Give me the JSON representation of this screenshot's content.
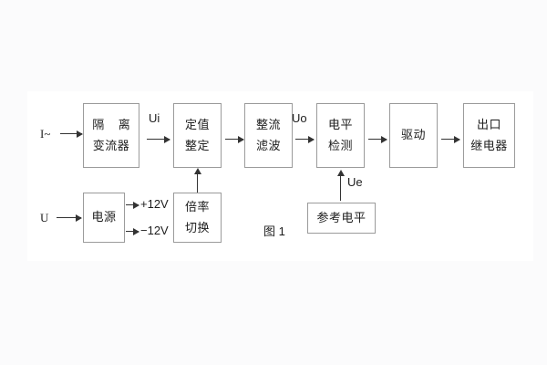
{
  "figure": {
    "caption": "图 1",
    "background_color": "#fbfbfc",
    "plate_color": "#ffffff",
    "line_color": "#333333",
    "border_color": "#9b9b9b",
    "text_color": "#1d1d1d"
  },
  "blocks": [
    {
      "id": "isolation-transformer",
      "line1": "隔 离",
      "line2": "变流器"
    },
    {
      "id": "setting-adjust",
      "line1": "定值",
      "line2": "整定"
    },
    {
      "id": "rectify-filter",
      "line1": "整流",
      "line2": "滤波"
    },
    {
      "id": "level-detect",
      "line1": "电平",
      "line2": "检测"
    },
    {
      "id": "drive",
      "line1": "驱动",
      "line2": ""
    },
    {
      "id": "output-relay",
      "line1": "出口",
      "line2": "继电器"
    },
    {
      "id": "power-supply",
      "line1": "电源",
      "line2": ""
    },
    {
      "id": "ratio-switch",
      "line1": "倍率",
      "line2": "切换"
    },
    {
      "id": "reference-level",
      "line1": "参考电平",
      "line2": ""
    }
  ],
  "signals": {
    "input_current": "I~",
    "input_voltage": "U",
    "ui": "Ui",
    "uo": "Uo",
    "ue": "Ue",
    "supply_positive": "+12V",
    "supply_negative": "−12V"
  }
}
